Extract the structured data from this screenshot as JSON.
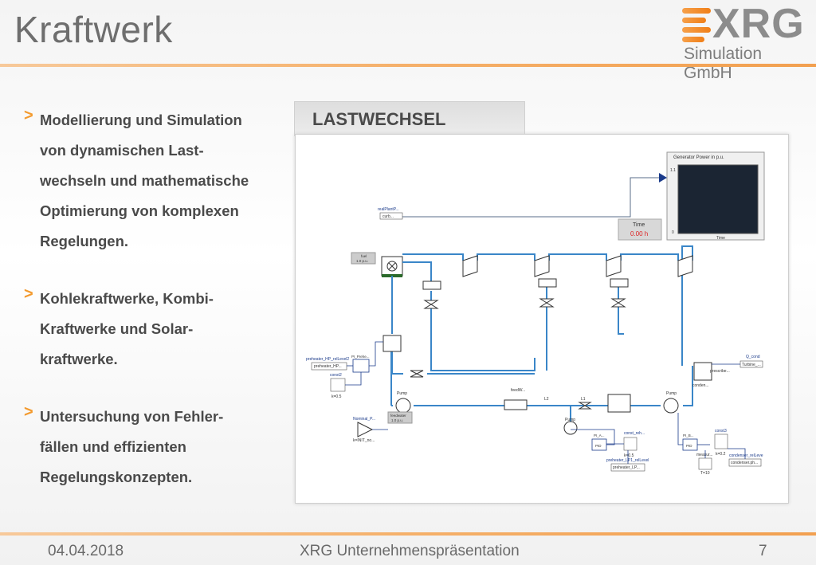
{
  "slide": {
    "title": "Kraftwerk",
    "logo": {
      "word": "XRG",
      "subtitle": "Simulation GmbH"
    },
    "bullets": [
      [
        "Modellierung und Simulation",
        "von dynamischen Last-",
        "wechseln und mathematische",
        "Optimierung von komplexen",
        "Regelungen."
      ],
      [
        "Kohlekraftwerke, Kombi-",
        "Kraftwerke und Solar-",
        "kraftwerke."
      ],
      [
        "Untersuchung von Fehler-",
        "fällen und effizienten",
        "Regelungskonzepten."
      ]
    ],
    "bullet_marker": ">",
    "panel_title": "LASTWECHSEL",
    "footer": {
      "date": "04.04.2018",
      "center": "XRG Unternehmenspräsentation",
      "page": "7"
    }
  },
  "diagram": {
    "plot": {
      "title": "Generator Power in p.u.",
      "y_top": "1.1",
      "y_bottom": "0",
      "xlabel": "Time"
    },
    "time_display": {
      "label": "Time",
      "value": "0.00 h"
    },
    "labels": {
      "realPlantP": "realPlantP...",
      "curb": "curb...",
      "fuel": "fuel",
      "fuel_value": "1.0 p.u.",
      "preheater_hp": "preheater_HP_relLevel2",
      "preheater_hp_box": "preheater_HP...",
      "pi_prehe": "PI_Prehe...",
      "const2": "const2",
      "k05a": "k=0.5",
      "nominal": "Nominal_P...",
      "kinit": "k=INIT_no...",
      "feedwater": "feedwater",
      "feedwater_value": "1.0 p.u.",
      "pump1": "Pump",
      "pump2": "Pump",
      "pump3": "Pump",
      "feedw": "feedW...",
      "l2": "L2",
      "l1": "L1",
      "pi_a": "PI_A...",
      "const_reh": "const_reh...",
      "k05b": "k=0.5",
      "preheater_lp1": "preheater_LP1_relLevel",
      "preheater_lp_box": "preheater_LP...",
      "q_cond": "Q_cond",
      "turbine": "Turbine_...",
      "prescribe": "prescribe...",
      "conden": "conden...",
      "pi_b": "PI_B...",
      "const3": "const3",
      "k02": "k=0.2",
      "measur": "measur...",
      "t10": "T=10",
      "condenser_rel": "condenser_relLeve",
      "condenser_box": "condenser.ph...",
      "pid": "PID",
      "l1_tag": "L1"
    }
  }
}
